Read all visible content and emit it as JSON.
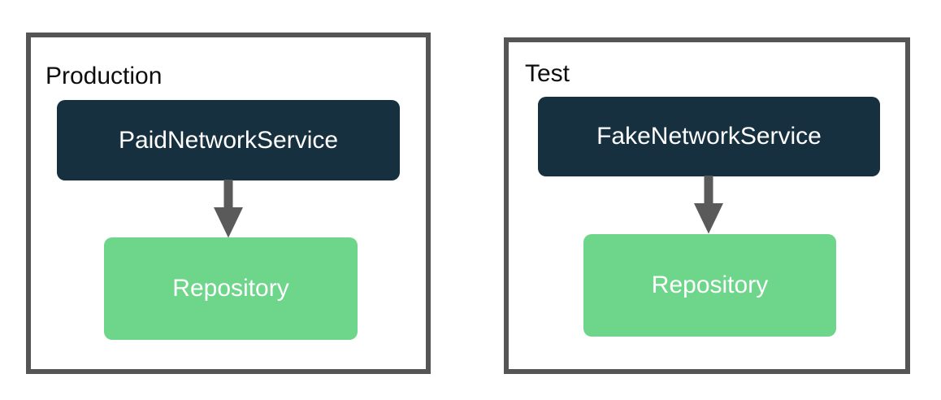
{
  "diagram": {
    "type": "dependency-injection-comparison",
    "background_color": "#ffffff",
    "panel_border_color": "#555555",
    "arrow_color": "#5a5a5a",
    "service_box_color": "#16303f",
    "repository_box_color": "#6ed68a",
    "label_text_color": "#0d0d0d",
    "node_text_color": "#ffffff",
    "panels": [
      {
        "id": "production",
        "label": "Production",
        "nodes": [
          {
            "id": "paid-network-service",
            "label": "PaidNetworkService",
            "style": "dark"
          },
          {
            "id": "repository-production",
            "label": "Repository",
            "style": "green"
          }
        ],
        "edges": [
          {
            "from": "paid-network-service",
            "to": "repository-production",
            "kind": "arrow"
          }
        ]
      },
      {
        "id": "test",
        "label": "Test",
        "nodes": [
          {
            "id": "fake-network-service",
            "label": "FakeNetworkService",
            "style": "dark"
          },
          {
            "id": "repository-test",
            "label": "Repository",
            "style": "green"
          }
        ],
        "edges": [
          {
            "from": "fake-network-service",
            "to": "repository-test",
            "kind": "arrow"
          }
        ]
      }
    ]
  }
}
